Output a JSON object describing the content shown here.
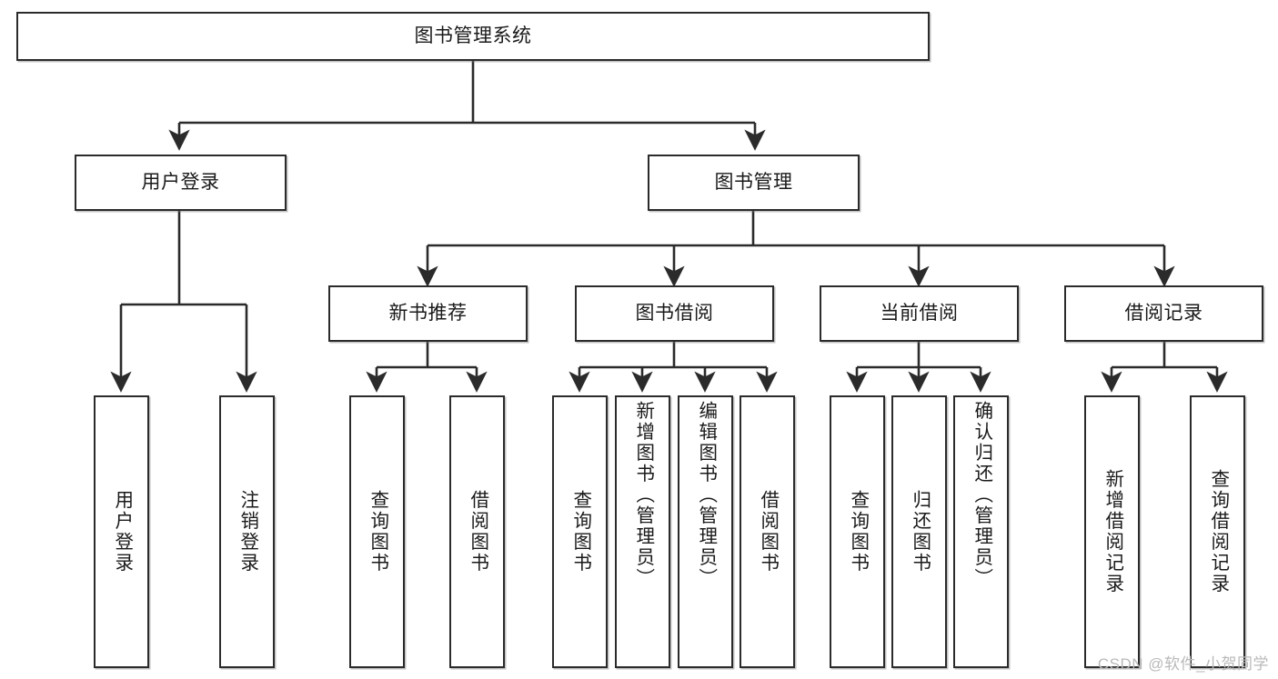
{
  "diagram": {
    "title": "图书管理系统",
    "type": "tree-hierarchy-diagram",
    "watermark": "CSDN @软件_小贺同学",
    "colors": {
      "box_border": "#2b2b2b",
      "box_fill": "#ffffff",
      "connector": "#2b2b2b",
      "text": "#1a1a1a",
      "watermark": "#b9b9b9"
    },
    "nodes": {
      "root": {
        "label": "图书管理系统"
      },
      "level1": [
        {
          "id": "user-login",
          "label": "用户登录"
        },
        {
          "id": "book-management",
          "label": "图书管理"
        }
      ],
      "level2": [
        {
          "id": "new-book-recommend",
          "label": "新书推荐"
        },
        {
          "id": "book-borrow",
          "label": "图书借阅"
        },
        {
          "id": "current-borrow",
          "label": "当前借阅"
        },
        {
          "id": "borrow-record",
          "label": "借阅记录"
        }
      ],
      "leaves": {
        "user_login": [
          {
            "id": "leaf-user-login",
            "label": "用户登录"
          },
          {
            "id": "leaf-logout-login",
            "label": "注销登录"
          }
        ],
        "new_book_recommend": [
          {
            "id": "leaf-query-book-1",
            "label": "查询图书"
          },
          {
            "id": "leaf-borrow-book-1",
            "label": "借阅图书"
          }
        ],
        "book_borrow": [
          {
            "id": "leaf-query-book-2",
            "label": "查询图书"
          },
          {
            "id": "leaf-add-book",
            "label": "新增图书（管理员）"
          },
          {
            "id": "leaf-edit-book",
            "label": "编辑图书（管理员）"
          },
          {
            "id": "leaf-borrow-book-2",
            "label": "借阅图书"
          }
        ],
        "current_borrow": [
          {
            "id": "leaf-query-book-3",
            "label": "查询图书"
          },
          {
            "id": "leaf-return-book",
            "label": "归还图书"
          },
          {
            "id": "leaf-confirm-return",
            "label": "确认归还（管理员）"
          }
        ],
        "borrow_record": [
          {
            "id": "leaf-add-record",
            "label": "新增借阅记录"
          },
          {
            "id": "leaf-query-record",
            "label": "查询借阅记录"
          }
        ]
      }
    }
  }
}
